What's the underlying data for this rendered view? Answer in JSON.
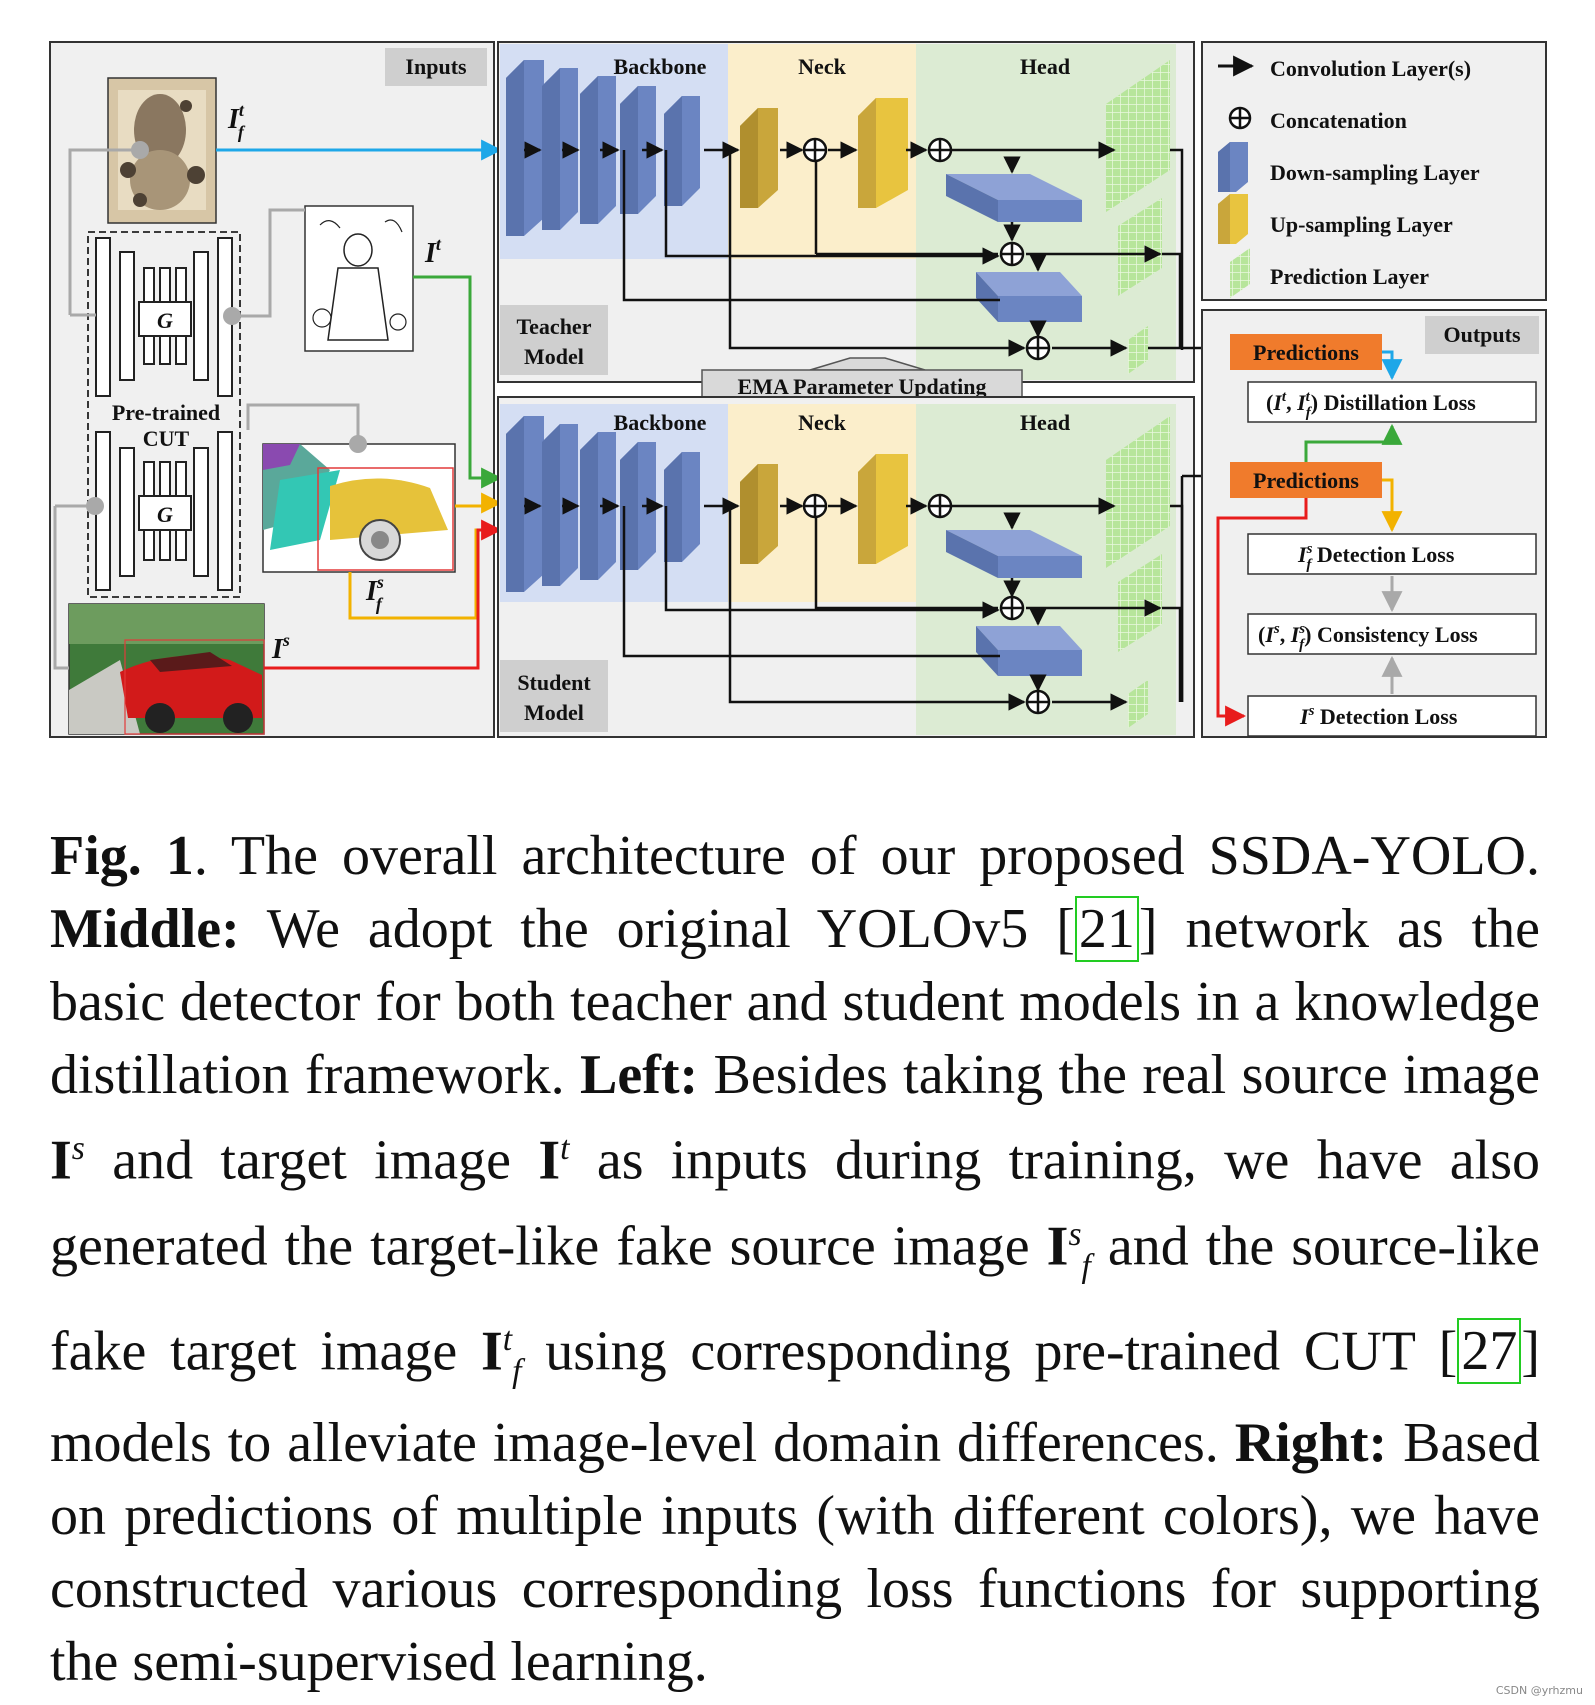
{
  "figure": {
    "inputs_title": "Inputs",
    "outputs_title": "Outputs",
    "backbone_label": "Backbone",
    "neck_label": "Neck",
    "head_label": "Head",
    "teacher_label_1": "Teacher",
    "teacher_label_2": "Model",
    "student_label_1": "Student",
    "student_label_2": "Model",
    "ema_label": "EMA Parameter Updating",
    "pretrained_label_1": "Pre-trained",
    "pretrained_label_2": "CUT",
    "generator_label": "G",
    "input_labels": {
      "fake_target": "I",
      "fake_target_sup": "t",
      "fake_target_sub": "f",
      "target": "I",
      "target_sup": "t",
      "fake_source": "I",
      "fake_source_sup": "s",
      "fake_source_sub": "f",
      "source": "I",
      "source_sup": "s"
    },
    "legend": [
      {
        "label": "Convolution Layer(s)",
        "icon": "arrow-icon"
      },
      {
        "label": "Concatenation",
        "icon": "circle-plus-icon"
      },
      {
        "label": "Down-sampling Layer",
        "icon": "blue-block-icon"
      },
      {
        "label": "Up-sampling Layer",
        "icon": "yellow-block-icon"
      },
      {
        "label": "Prediction Layer",
        "icon": "green-grid-icon"
      }
    ],
    "predictions_label": "Predictions",
    "losses": {
      "distillation": "(I^t, I^t_f) Distillation Loss",
      "fake_detection": "I^s_f Detection Loss",
      "consistency": "(I^s, I^s_f) Consistency Loss",
      "detection": "I^s Detection Loss"
    },
    "colors": {
      "downsample": "#6b85c2",
      "upsample": "#c9a63b",
      "prediction": "#8fd46a",
      "backbone_bg": "#d4def3",
      "neck_bg": "#fbeecb",
      "head_bg": "#dcebd3",
      "predictions_box": "#f07b2c",
      "blue_line": "#1ea7e8",
      "green_line": "#3aa83a",
      "orange_line": "#f2b200",
      "red_line": "#e81c1c",
      "gray_line": "#a9a9a9"
    }
  },
  "caption": {
    "fig_label": "Fig. 1",
    "p1": ". The overall architecture of our proposed SSDA-YOLO. ",
    "middle_label": "Middle:",
    "p2": " We adopt the original YOLOv5 [",
    "ref1": "21",
    "p3": "] network as the basic detector for both teacher and student models in a knowledge distillation framework. ",
    "left_label": "Left:",
    "p4": " Besides taking the real source image ",
    "p5": " and target image ",
    "p6": " as inputs during training, we have also generated the target-like fake source image ",
    "p7": " and the source-like fake target image ",
    "p8": " using corresponding pre-trained CUT [",
    "ref2": "27",
    "p9": "] models to alleviate image-level domain differences. ",
    "right_label": "Right:",
    "p10": " Based on predictions of multiple inputs (with different colors), we have constructed various corresponding loss functions for supporting the semi-supervised learning."
  },
  "watermark": "CSDN @yrhzmu"
}
